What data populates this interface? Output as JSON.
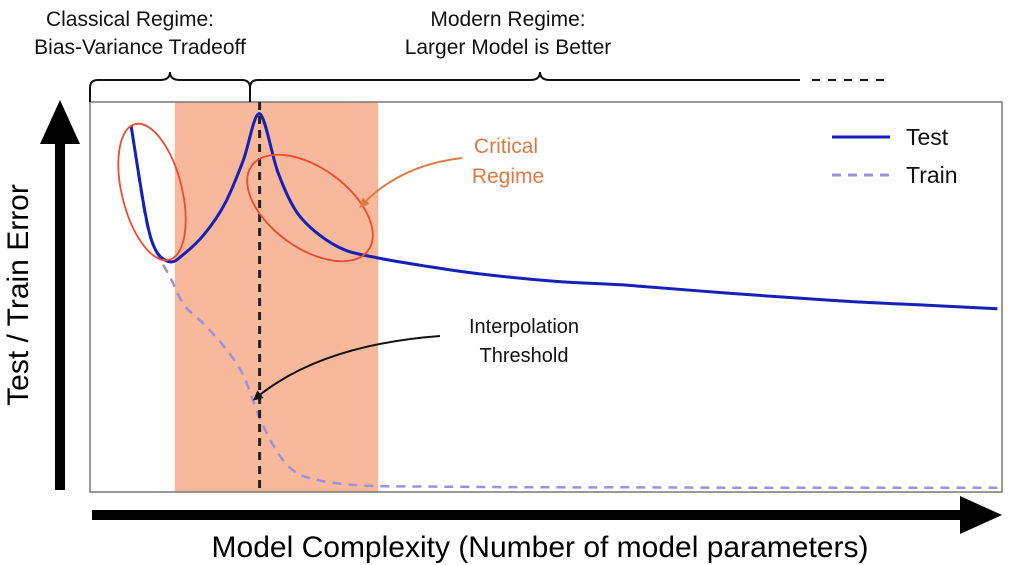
{
  "chart_data": {
    "type": "line",
    "xlabel": "Model Complexity (Number of model parameters)",
    "ylabel": "Test / Train Error",
    "xlim": [
      0,
      100
    ],
    "ylim": [
      0,
      100
    ],
    "grid": false,
    "legend_position": "top-right",
    "colors": {
      "test": "#1520b8",
      "train": "#9b91dc",
      "critical_band": "#f7b89b",
      "critical_text": "#e07a45",
      "ellipse": "#ef4a30"
    },
    "regimes": {
      "classical": {
        "line1": "Classical Regime:",
        "line2": "Bias-Variance Tradeoff"
      },
      "modern": {
        "line1": "Modern Regime:",
        "line2": "Larger Model is Better"
      }
    },
    "critical_regime": {
      "line1": "Critical",
      "line2": "Regime",
      "x_start": 9.3,
      "x_end": 31.6
    },
    "interpolation_threshold": {
      "line1": "Interpolation",
      "line2": "Threshold",
      "x": 18.6
    },
    "series": [
      {
        "name": "Test",
        "style": "solid",
        "x": [
          4.5,
          6.1,
          7.2,
          8.8,
          10.3,
          12.5,
          14.8,
          16.8,
          18.6,
          20.6,
          22.6,
          25.1,
          28.0,
          31.6,
          36.6,
          42.5,
          51.1,
          59.0,
          69.9,
          82.2,
          90.8,
          99.5
        ],
        "y": [
          94,
          71,
          62,
          59,
          61,
          66,
          74,
          85,
          97,
          82,
          72,
          66,
          62,
          60,
          58,
          56,
          54,
          53,
          51,
          49,
          48,
          47
        ]
      },
      {
        "name": "Train",
        "style": "dashed",
        "x": [
          4.5,
          6.1,
          7.2,
          8.8,
          10.3,
          12.5,
          14.8,
          16.8,
          18.6,
          20.6,
          22.6,
          25.1,
          28.0,
          31.6,
          36.6,
          42.5,
          51.1,
          59.0,
          69.9,
          82.2,
          90.8,
          99.5
        ],
        "y": [
          94,
          70,
          62,
          55,
          48,
          43,
          37,
          30,
          19,
          10,
          5,
          3,
          2,
          1.5,
          1.4,
          1.3,
          1.2,
          1.2,
          1.1,
          1.1,
          1.1,
          1.1
        ]
      }
    ]
  }
}
